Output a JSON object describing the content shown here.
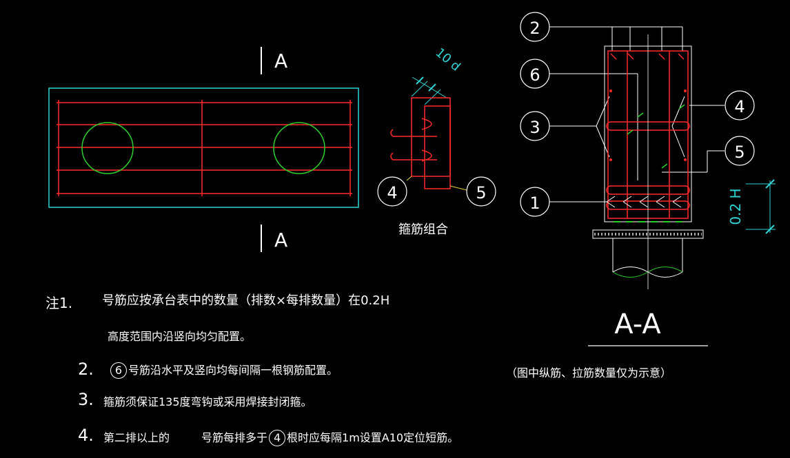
{
  "colors": {
    "background": "#000000",
    "rebar": "#ff2a2a",
    "outline": "#2fd6d6",
    "pile": "#2bd12b",
    "text": "#ffffff",
    "leader": "#ffffff",
    "dimension": "#2fd6d6",
    "yellow": "#e6d23a"
  },
  "plan": {
    "section_mark_top": "A",
    "section_mark_bottom": "A"
  },
  "stirrup_combo": {
    "dim_label": "10 d",
    "callout_a": "4",
    "callout_b": "5",
    "caption": "箍筋组合"
  },
  "section": {
    "callouts": [
      "2",
      "6",
      "3",
      "1",
      "4",
      "5"
    ],
    "dim_label": "0.2 H",
    "title": "A-A",
    "note": "（图中纵筋、拉筋数量仅为示意）"
  },
  "notes": {
    "prefix": "注1.",
    "n1_line1": "号筋应按承台表中的数量（排数×每排数量）在0.2H",
    "n1_line2": "高度范围内沿竖向均匀配置。",
    "n2_num": "2.",
    "n2_circle": "6",
    "n2_text": "号筋沿水平及竖向均每间隔一根钢筋配置。",
    "n3_num": "3.",
    "n3_text": "箍筋须保证135度弯钩或采用焊接封闭箍。",
    "n4_num": "4.",
    "n4_text_a": "第二排以上的",
    "n4_text_b": "号筋每排多于",
    "n4_circle": "4",
    "n4_text_c": "根时应每隔1m设置A10定位短筋。"
  }
}
